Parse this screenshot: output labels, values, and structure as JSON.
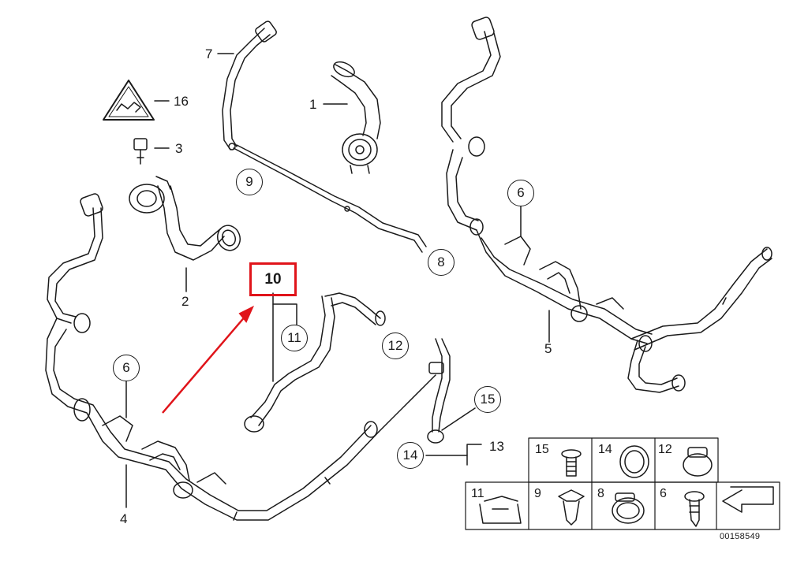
{
  "callouts": {
    "n1": "1",
    "n2": "2",
    "n3": "3",
    "n4": "4",
    "n5": "5",
    "n6a": "6",
    "n6b": "6",
    "n7": "7",
    "n8": "8",
    "n9": "9",
    "n10": "10",
    "n11": "11",
    "n12": "12",
    "n13": "13",
    "n14": "14",
    "n15": "15",
    "n16": "16"
  },
  "legend_table": {
    "row1": [
      "15",
      "14",
      "12"
    ],
    "row2": [
      "11",
      "9",
      "8",
      "6"
    ]
  },
  "diagram_id": "00158549",
  "colors": {
    "line": "#1a1a1a",
    "highlight": "#e0141a",
    "fill": "#ffffff"
  },
  "icons": [
    "warning-triangle-icon",
    "arrow-icon",
    "bolt-icon",
    "clamp-icon",
    "o-ring-icon",
    "clip-icon",
    "rivet-icon",
    "hose-clip-icon",
    "screw-icon",
    "return-arrow-icon"
  ]
}
